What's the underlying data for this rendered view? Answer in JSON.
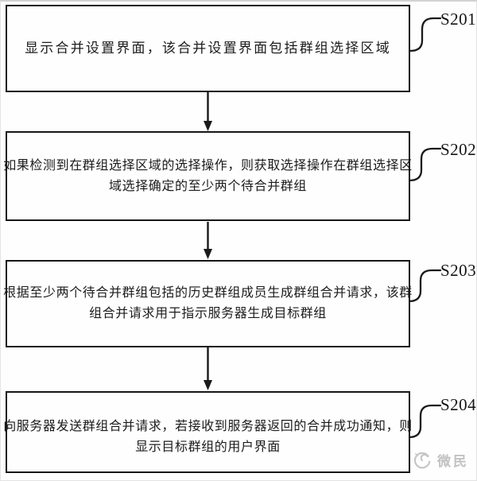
{
  "figure": {
    "steps": [
      {
        "id": "S201",
        "lines": [
          "显示合并设置界面，该合并设置界面包括群组选择区域"
        ]
      },
      {
        "id": "S202",
        "lines": [
          "如果检测到在群组选择区域的选择操作，则获取选择操作在群组选择区",
          "域选择确定的至少两个待合并群组"
        ]
      },
      {
        "id": "S203",
        "lines": [
          "根据至少两个待合并群组包括的历史群组成员生成群组合并请求，该群",
          "组合并请求用于指示服务器生成目标群组"
        ]
      },
      {
        "id": "S204",
        "lines": [
          "向服务器发送群组合并请求，若接收到服务器返回的合并成功通知，则",
          "显示目标群组的用户界面"
        ]
      }
    ]
  },
  "watermark": {
    "text": "微民",
    "icon": "swirl-logo-icon"
  },
  "colors": {
    "line": "#1a1a1a",
    "text": "#1c1c1c",
    "watermark": "#c2c2c2",
    "background": "#fefefe"
  }
}
